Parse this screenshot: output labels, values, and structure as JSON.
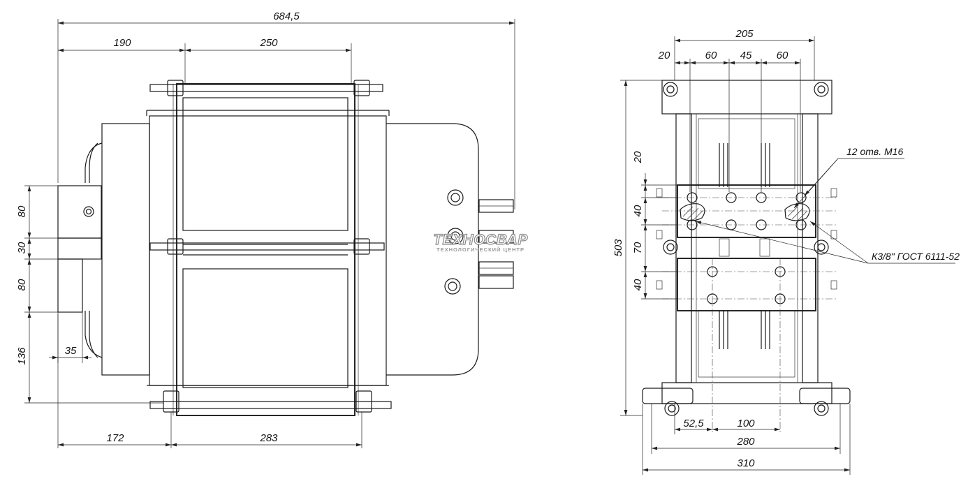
{
  "dimensions": {
    "side_view": {
      "overall_length": "684,5",
      "top_left": "190",
      "top_core": "250",
      "left_80_upper": "80",
      "left_30": "30",
      "left_80_lower": "80",
      "left_136": "136",
      "terminal_35": "35",
      "bottom_left": "172",
      "bottom_core": "283"
    },
    "front_view": {
      "overall_width": "205",
      "top_20": "20",
      "top_60_left": "60",
      "top_45": "45",
      "top_60_right": "60",
      "height_503": "503",
      "v_20": "20",
      "v_40_upper": "40",
      "v_70": "70",
      "v_40_lower": "40",
      "bottom_52_5": "52,5",
      "bottom_100": "100",
      "bottom_280": "280",
      "bottom_310": "310"
    }
  },
  "notes": {
    "holes": "12 отв. М16",
    "terminals": "К3/8\" ГОСТ 6111-52"
  },
  "logo": {
    "name": "ТЕХНОСВАР",
    "subtitle": "ТЕХНОЛОГИЧЕСКИЙ ЦЕНТР"
  }
}
